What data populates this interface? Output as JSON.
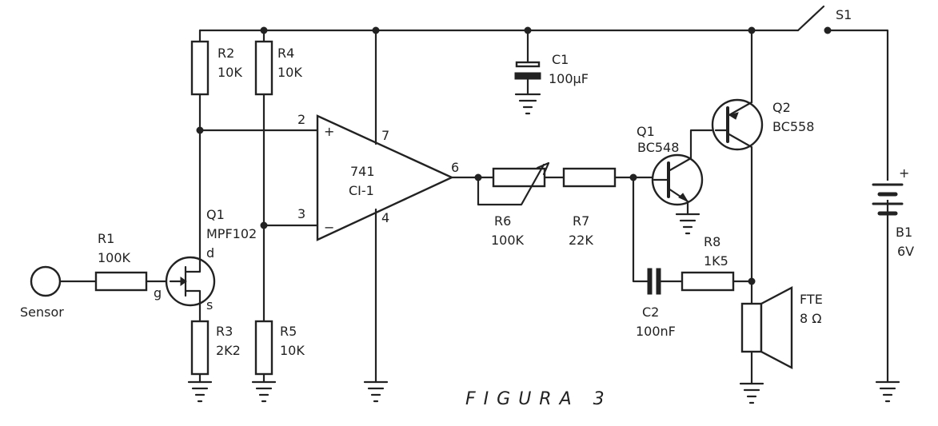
{
  "figure_caption": "FIGURA 3",
  "sensor_label": "Sensor",
  "components": {
    "R1": {
      "name": "R1",
      "value": "100K"
    },
    "R2": {
      "name": "R2",
      "value": "10K"
    },
    "R3": {
      "name": "R3",
      "value": "2K2"
    },
    "R4": {
      "name": "R4",
      "value": "10K"
    },
    "R5": {
      "name": "R5",
      "value": "10K"
    },
    "R6": {
      "name": "R6",
      "value": "100K"
    },
    "R7": {
      "name": "R7",
      "value": "22K"
    },
    "R8": {
      "name": "R8",
      "value": "1K5"
    },
    "C1": {
      "name": "C1",
      "value": "100µF"
    },
    "C2": {
      "name": "C2",
      "value": "100nF"
    },
    "Q1_fet": {
      "name": "Q1",
      "value": "MPF102"
    },
    "Q1_bjt": {
      "name": "Q1",
      "value": "BC548"
    },
    "Q2": {
      "name": "Q2",
      "value": "BC558"
    },
    "IC": {
      "name": "741",
      "value": "CI-1"
    },
    "FTE": {
      "name": "FTE",
      "value": "8 Ω"
    },
    "B1": {
      "name": "B1",
      "value": "6V"
    },
    "S1": {
      "name": "S1"
    }
  },
  "pins": {
    "ic_in_plus": "2",
    "ic_in_minus": "3",
    "ic_vcc": "7",
    "ic_gnd": "4",
    "ic_out": "6",
    "plus_sign": "+",
    "minus_sign": "−",
    "fet_d": "d",
    "fet_g": "g",
    "fet_s": "s",
    "battery_plus": "+"
  }
}
